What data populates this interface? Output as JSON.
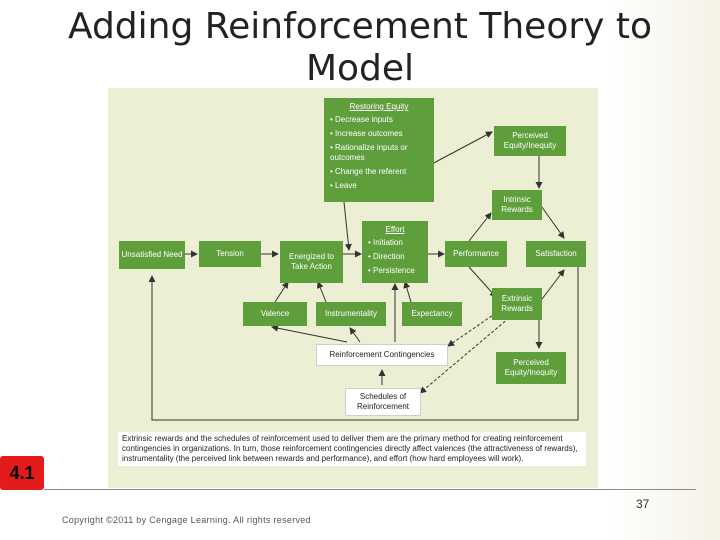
{
  "slide": {
    "title_line1": "Adding Reinforcement Theory to",
    "title_line2": "Model",
    "badge": "4.1",
    "page_number": "37",
    "footer": "Copyright ©2011 by Cengage Learning. All rights reserved"
  },
  "diagram": {
    "restoring_equity": {
      "header": "Restoring Equity",
      "items": [
        "Decrease inputs",
        "Increase outcomes",
        "Rationalize inputs or outcomes",
        "Change the referent",
        "Leave"
      ]
    },
    "effort": {
      "header": "Effort",
      "items": [
        "Initiation",
        "Direction",
        "Persistence"
      ]
    },
    "nodes": {
      "unsatisfied_need": "Unsatisfied Need",
      "tension": "Tension",
      "energized": "Energized to Take Action",
      "performance": "Performance",
      "satisfaction": "Satisfaction",
      "perceived_equity_top": "Perceived Equity/Inequity",
      "intrinsic_rewards": "Intrinsic Rewards",
      "extrinsic_rewards": "Extrinsic Rewards",
      "perceived_equity_bottom": "Perceived Equity/Inequity",
      "valence": "Valence",
      "instrumentality": "Instrumentality",
      "expectancy": "Expectancy",
      "reinforcement_contingencies": "Reinforcement Contingencies",
      "schedules_of_reinforcement": "Schedules of Reinforcement"
    },
    "caption": "Extrinsic rewards and the schedules of reinforcement used to deliver them are the primary method for creating reinforcement contingencies in organizations. In turn, those reinforcement contingencies directly affect valences (the attractiveness of rewards), instrumentality (the perceived link between rewards and performance), and effort (how hard employees will work).",
    "colors": {
      "box_green": "#5e9e3b",
      "figure_bg": "#ecefd3",
      "badge_red": "#e31b1b"
    }
  }
}
